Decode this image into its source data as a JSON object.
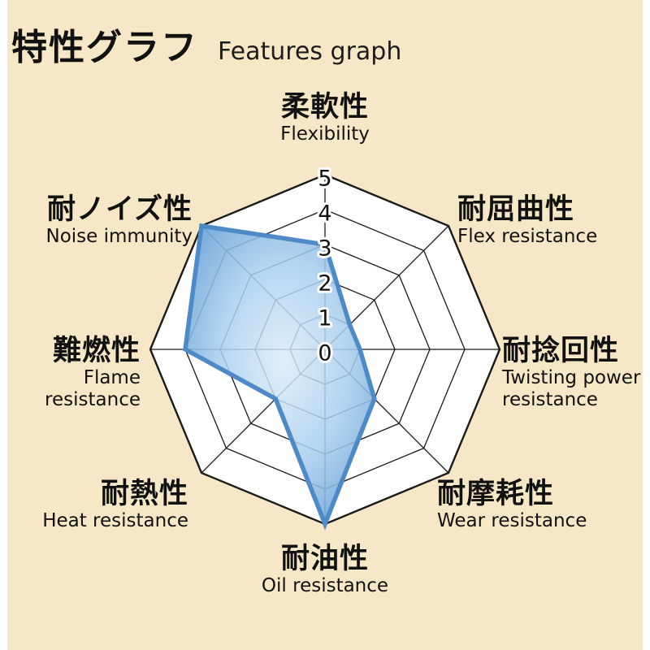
{
  "page": {
    "background_color": "#f6e8c6",
    "margin_color": "#ffffff"
  },
  "header": {
    "title_ja": "特性グラフ",
    "title_en": "Features graph"
  },
  "chart_data": {
    "type": "radar",
    "title": "特性グラフ",
    "subtitle": "Features graph",
    "axis_order": "clockwise from top",
    "grid": {
      "shape": "octagon",
      "rings": 5
    },
    "scale": {
      "min": 0,
      "max": 5,
      "tick_labels": [
        "5",
        "4",
        "3",
        "2",
        "1",
        "0"
      ]
    },
    "categories": [
      {
        "ja": "柔軟性",
        "en": "Flexibility"
      },
      {
        "ja": "耐屈曲性",
        "en": "Flex resistance"
      },
      {
        "ja": "耐捻回性",
        "en": "Twisting power resistance"
      },
      {
        "ja": "耐摩耗性",
        "en": "Wear resistance"
      },
      {
        "ja": "耐油性",
        "en": "Oil resistance"
      },
      {
        "ja": "耐熱性",
        "en": "Heat resistance"
      },
      {
        "ja": "難燃性",
        "en": "Flame resistance"
      },
      {
        "ja": "耐ノイズ性",
        "en": "Noise immunity"
      }
    ],
    "series": [
      {
        "name": "features",
        "values": [
          3,
          1,
          1,
          2,
          5,
          2,
          4,
          5
        ]
      }
    ],
    "colors": {
      "fill_light": "#d9ecfa",
      "fill_mid": "#a9cdec",
      "fill_dark": "#6ba4d9",
      "stroke": "#4e89c8",
      "grid": "#1a1a1a",
      "ring_fill": "#ffffff",
      "tick_text": "#111111"
    }
  }
}
